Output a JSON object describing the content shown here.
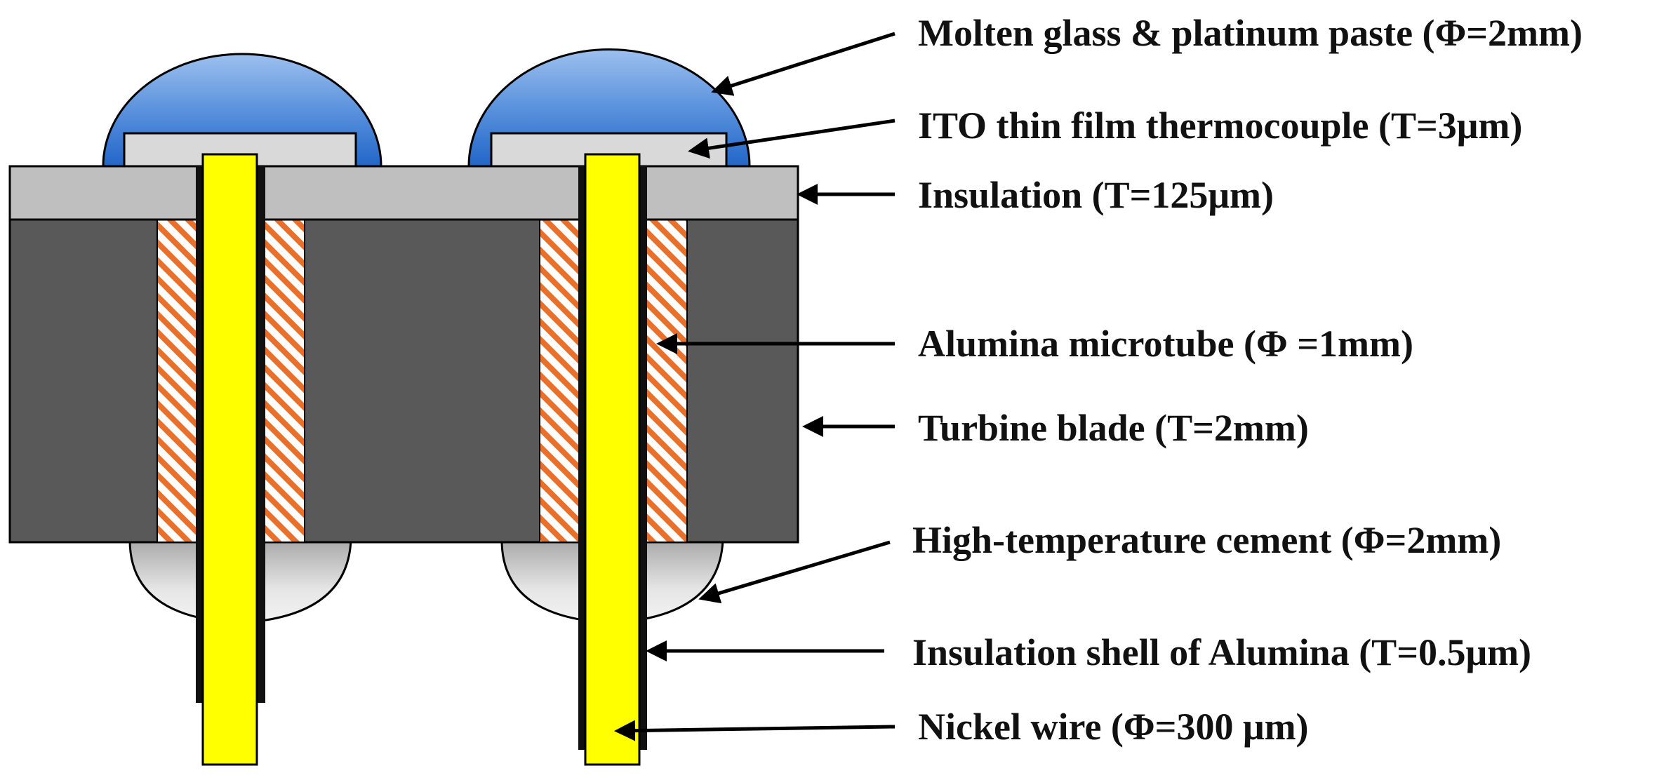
{
  "labels": {
    "molten_glass": "Molten glass & platinum paste  (Φ=2mm)",
    "ito_thermocouple": "ITO thin film thermocouple (T=3μm)",
    "insulation": "Insulation  (T=125μm)",
    "alumina_microtube": "Alumina microtube (Φ =1mm)",
    "turbine_blade": "Turbine blade (T=2mm)",
    "cement": "High-temperature cement (Φ=2mm)",
    "insulation_shell": "Insulation shell of Alumina (T=0.5μm)",
    "nickel_wire": "Nickel wire (Φ=300 μm)"
  },
  "colors": {
    "molten_glass": "#3f7fd6",
    "ito_film": "#d9d9d9",
    "insulation": "#bfbfbf",
    "turbine_blade": "#595959",
    "microtube_stripe": "#e8702a",
    "cement": "#d6d6d6",
    "nickel_wire": "#ffff00",
    "shell": "#111111"
  }
}
